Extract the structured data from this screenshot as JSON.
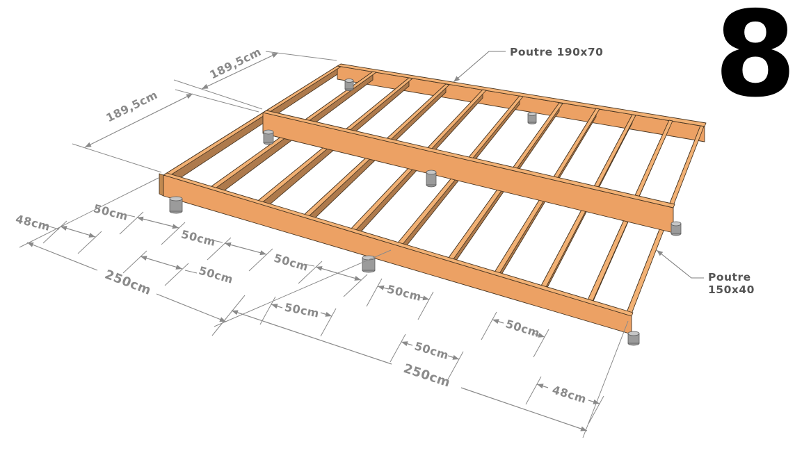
{
  "step_number": "8",
  "callouts": {
    "main_beam": "Poutre 190x70",
    "joist_beam_line1": "Poutre",
    "joist_beam_line2": "150x40"
  },
  "dimensions": {
    "depth_front": "189,5cm",
    "depth_back": "189,5cm",
    "bay_left": "250cm",
    "bay_right": "250cm",
    "gap_left_edge": "48cm",
    "gap_l2": "50cm",
    "gap_l3": "50cm",
    "gap_l4": "50cm",
    "gap_l5": "50cm",
    "gap_r1": "50cm",
    "gap_r2": "50cm",
    "gap_r3": "50cm",
    "gap_r4": "50cm",
    "gap_right_edge": "48cm"
  },
  "colors": {
    "wood_top": "#f2b174",
    "wood_face": "#eca164",
    "wood_side": "#ae7a4c",
    "wood_outline": "#4a3723",
    "dimension_gray": "#8a8a8a",
    "callout_text": "#555555",
    "step_number": "#000000",
    "foot_gray": "#9b9b9b",
    "background": "#ffffff"
  }
}
